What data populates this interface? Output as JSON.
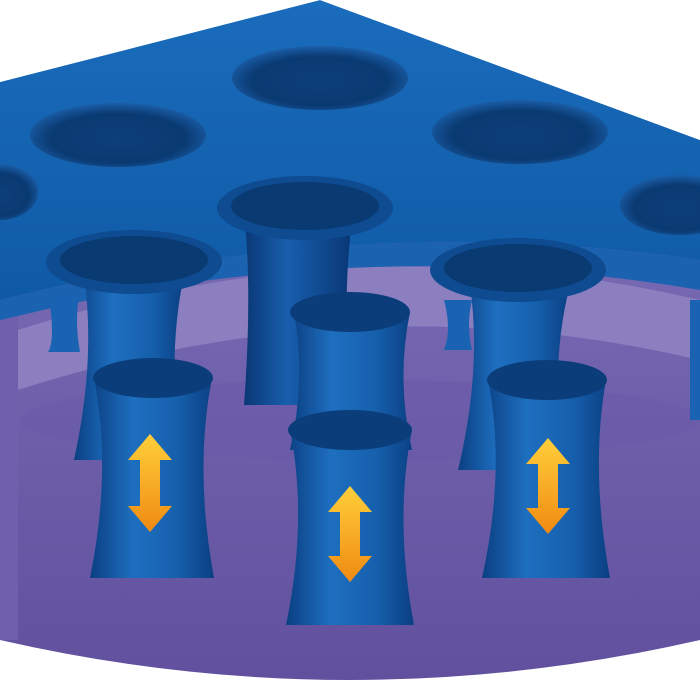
{
  "scene": {
    "subject": "illustration",
    "colors": {
      "background": "#ffffff",
      "top_slab": "#0f5aa6",
      "top_slab_light": "#1a6cbc",
      "hole_outer": "#0a3f7c",
      "hole_inner": "#123f78",
      "cavity_back": "#8b7fc0",
      "cavity_floor": "#6f5fad",
      "cavity_floor_dark": "#5f4f9d",
      "pillar_light": "#1e6fc0",
      "pillar_dark": "#0b3f82",
      "arrow_top": "#ffcf3a",
      "arrow_bottom": "#f08a12"
    },
    "arrow_count": 3,
    "pillar_count": 6
  }
}
